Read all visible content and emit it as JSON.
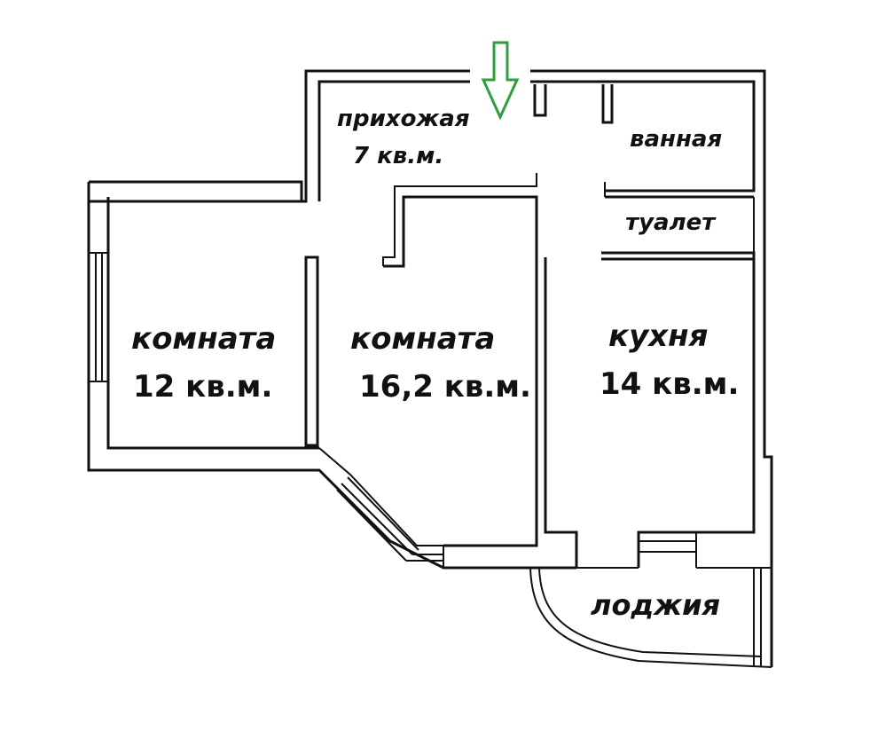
{
  "rooms": {
    "hall": {
      "name": "прихожая",
      "area": "7 кв.м."
    },
    "bathroom": {
      "name": "ванная"
    },
    "toilet": {
      "name": "туалет"
    },
    "room1": {
      "name": "комната",
      "area": "12 кв.м."
    },
    "room2": {
      "name": "комната",
      "area": "16,2 кв.м."
    },
    "kitchen": {
      "name": "кухня",
      "area": "14 кв.м."
    },
    "loggia": {
      "name": "лоджия"
    }
  },
  "colors": {
    "entrance_arrow": "#2e9e3e",
    "walls": "#111111"
  },
  "icons": {
    "entrance": "down-arrow-icon"
  }
}
